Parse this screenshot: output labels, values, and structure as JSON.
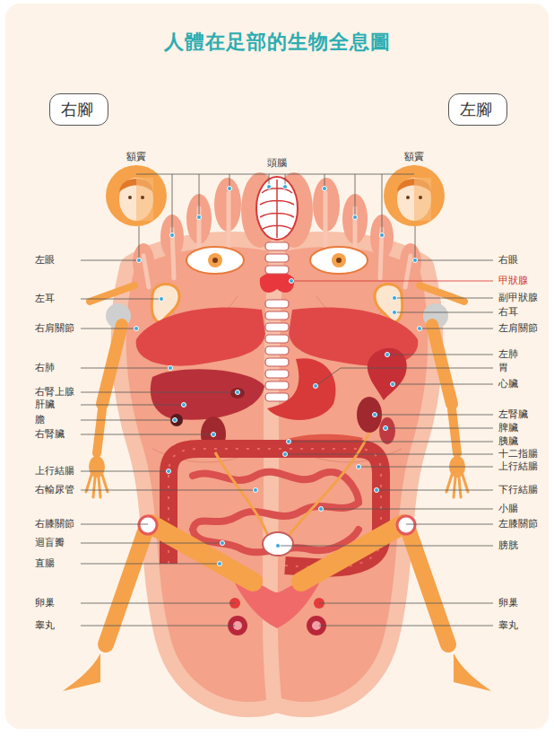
{
  "diagram": {
    "title": "人體在足部的生物全息圖",
    "nodes": [
      {
        "text": [
          "右腳"
        ]
      },
      {
        "text": [
          "左腳"
        ]
      }
    ],
    "labels": [
      "額竇",
      "頭腦",
      "額竇",
      "左眼",
      "左耳",
      "右肩關節",
      "右肺",
      "右腎上腺",
      "肝臟",
      "膽",
      "右腎臟",
      "上行結腸",
      "右輸尿管",
      "右膝關節",
      "迴盲瓣",
      "直腸",
      "卵巢",
      "睾丸",
      "右眼",
      "甲狀腺",
      "副甲狀腺",
      "右耳",
      "左肩關節",
      "左肺",
      "胃",
      "心臟",
      "左腎臟",
      "脾臟",
      "胰臟",
      "十二指腸",
      "上行結腸",
      "下行結腸",
      "小腸",
      "左膝關節",
      "膀胱",
      "卵巢",
      "睾丸"
    ]
  }
}
